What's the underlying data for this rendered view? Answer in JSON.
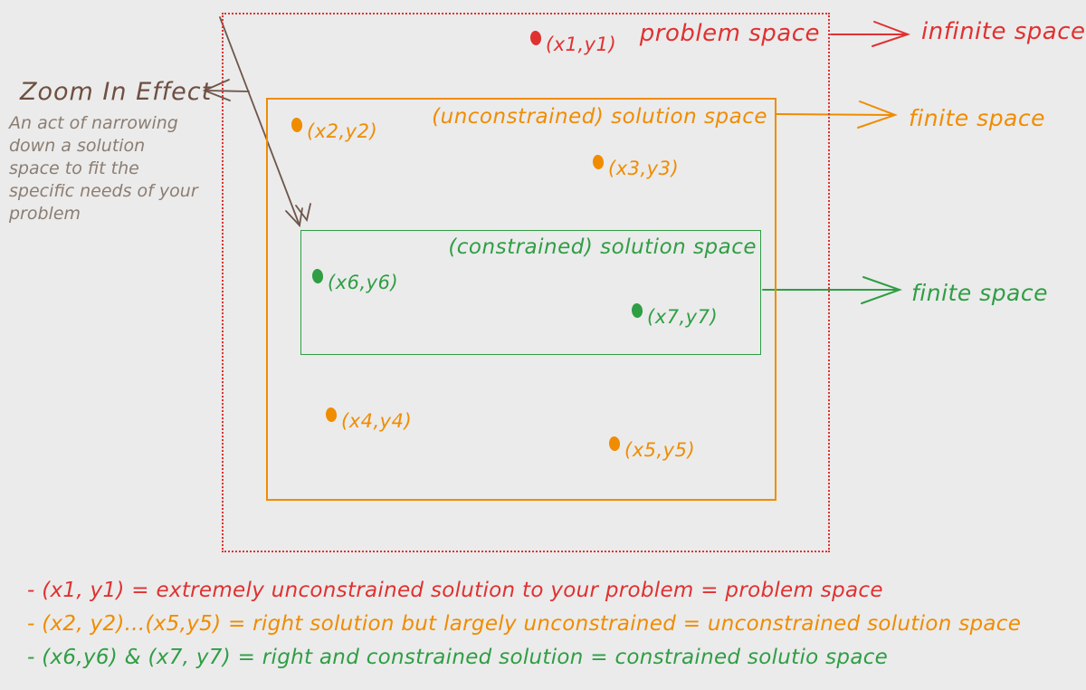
{
  "colors": {
    "background": "#ebebeb",
    "problem_red": "#e03131",
    "unconstrained_orange": "#f08c00",
    "constrained_green": "#2f9e44",
    "annotation_brown": "#6e4f41",
    "description_gray_brown": "#8b7d72"
  },
  "annotation": {
    "title": "Zoom In Effect",
    "description": "An act of narrowing\ndown a solution\nspace to fit the\nspecific needs of your\nproblem"
  },
  "spaces": {
    "problem": {
      "label": "problem space",
      "arrow_label": "infinite space",
      "color": "#e03131"
    },
    "unconstrained": {
      "label": "(unconstrained) solution space",
      "arrow_label": "finite space",
      "color": "#f08c00"
    },
    "constrained": {
      "label": "(constrained) solution space",
      "arrow_label": "finite space",
      "color": "#2f9e44"
    }
  },
  "points": [
    {
      "label": "(x1,y1)",
      "space": "problem"
    },
    {
      "label": "(x2,y2)",
      "space": "unconstrained"
    },
    {
      "label": "(x3,y3)",
      "space": "unconstrained"
    },
    {
      "label": "(x4,y4)",
      "space": "unconstrained"
    },
    {
      "label": "(x5,y5)",
      "space": "unconstrained"
    },
    {
      "label": "(x6,y6)",
      "space": "constrained"
    },
    {
      "label": "(x7,y7)",
      "space": "constrained"
    }
  ],
  "legend": [
    {
      "text": "- (x1, y1) = extremely unconstrained solution to your problem = problem space",
      "color": "#e03131"
    },
    {
      "text": "- (x2, y2)...(x5,y5) = right solution but largely unconstrained = unconstrained solution space",
      "color": "#f08c00"
    },
    {
      "text": "- (x6,y6) & (x7, y7) = right and constrained solution = constrained solutio space",
      "color": "#2f9e44"
    }
  ]
}
